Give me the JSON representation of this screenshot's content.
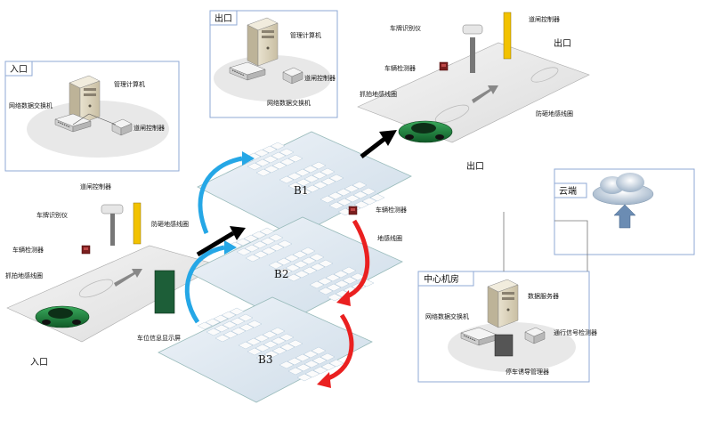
{
  "panels": {
    "entry_room": {
      "title": "入口",
      "server": "管理计算机",
      "switch": "网络数据交换机",
      "controller": "道闸控制器"
    },
    "exit_room": {
      "title": "出口",
      "server": "管理计算机",
      "controller": "道闸控制器",
      "switch": "网络数据交换机"
    },
    "data_center": {
      "title": "中心机房",
      "server": "数据服务器",
      "switch": "网络数据交换机",
      "detector": "通行信号检测器",
      "guide": "停车诱导管理器"
    },
    "cloud": {
      "title": "云端"
    }
  },
  "entrance": {
    "barrier_controller": "道闸控制器",
    "plate_camera": "车牌识别仪",
    "vehicle_detector": "车辆检测器",
    "loop_coil": "抓拍地感线圈",
    "anti_smash_coil": "防砸地感线圈",
    "display": "车位信息显示屏",
    "label": "入口"
  },
  "exit": {
    "plate_camera": "车牌识别仪",
    "barrier_controller": "道闸控制器",
    "title": "出口",
    "vehicle_detector": "车辆检测器",
    "loop_coil": "抓拍地感线圈",
    "anti_smash_coil": "防砸地感线圈",
    "label": "出口"
  },
  "levels": {
    "b1": "B1",
    "b2": "B2",
    "b3": "B3",
    "vehicle_detector": "车辆检测器",
    "ground_coil": "地感线圈"
  },
  "colors": {
    "up_arrow": "#25a7e6",
    "down_arrow": "#ea2020",
    "flow_arrow": "#000000",
    "panel_border": "#8fa9d6",
    "car": "#1e7a3c"
  }
}
